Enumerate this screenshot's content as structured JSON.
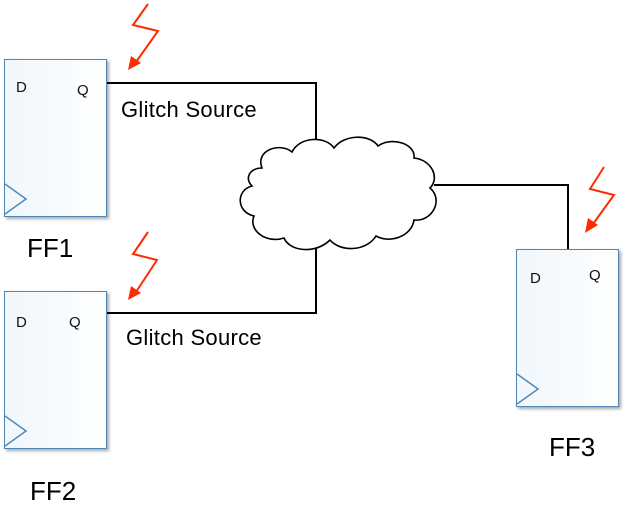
{
  "flipflops": [
    {
      "name": "FF1",
      "d": "D",
      "q": "Q"
    },
    {
      "name": "FF2",
      "d": "D",
      "q": "Q"
    },
    {
      "name": "FF3",
      "d": "D",
      "q": "Q"
    }
  ],
  "glitch_labels": [
    "Glitch Source",
    "Glitch Source"
  ],
  "colors": {
    "wire": "#000000",
    "box_border": "#4f88b8",
    "lightning": "#ff2b00"
  },
  "icons": [
    "lightning-bolt-icon",
    "clock-triangle-icon",
    "cloud-logic-icon"
  ]
}
